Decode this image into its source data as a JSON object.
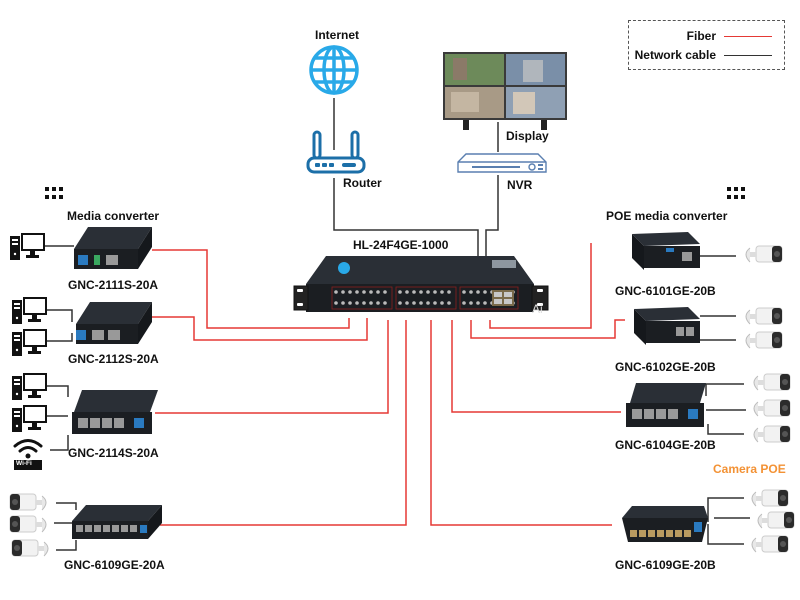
{
  "legend": {
    "items": [
      {
        "label": "Fiber",
        "color": "#e53935"
      },
      {
        "label": "Network cable",
        "color": "#333333"
      }
    ]
  },
  "top": {
    "internet_label": "Internet",
    "router_label": "Router",
    "display_label": "Display",
    "nvr_label": "NVR",
    "switch_label": "HL-24F4GE-1000",
    "switch_badge": "Ai"
  },
  "left": {
    "group_label": "Media converter",
    "devices": [
      {
        "model": "GNC-2111S-20A",
        "clients": [
          "computer"
        ]
      },
      {
        "model": "GNC-2112S-20A",
        "clients": [
          "computer",
          "computer"
        ]
      },
      {
        "model": "GNC-2114S-20A",
        "clients": [
          "computer",
          "computer",
          "wifi"
        ]
      },
      {
        "model": "GNC-6109GE-20A",
        "clients": [
          "camera",
          "camera",
          "camera"
        ]
      }
    ],
    "wifi_label": "Wi-Fi"
  },
  "right": {
    "group_label": "POE media converter",
    "camera_group_label": "Camera POE",
    "devices": [
      {
        "model": "GNC-6101GE-20B",
        "cameras": 1
      },
      {
        "model": "GNC-6102GE-20B",
        "cameras": 2
      },
      {
        "model": "GNC-6104GE-20B",
        "cameras": 3
      },
      {
        "model": "GNC-6109GE-20B",
        "cameras": 3
      }
    ]
  },
  "colors": {
    "fiber": "#e53935",
    "cable": "#333333",
    "icon_blue": "#29a9e8",
    "router_blue": "#1c6fa8",
    "accent_orange": "#f39235",
    "device_dark": "#1e2227"
  }
}
